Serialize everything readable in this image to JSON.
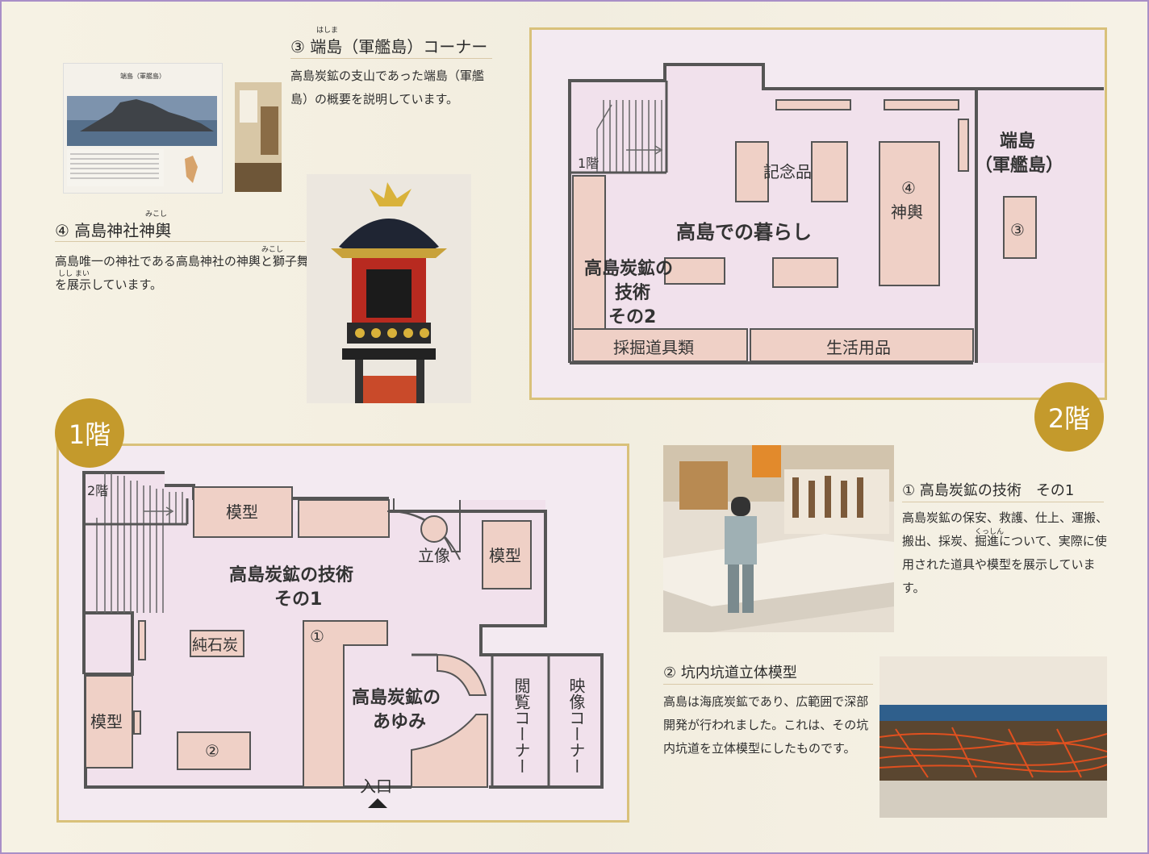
{
  "corner3": {
    "title": "③ 端島（軍艦島）コーナー",
    "title_ruby": "はしま",
    "text": "高島炭鉱の支山であった端島（軍艦島）の概要を説明しています。"
  },
  "corner4": {
    "title": "④ 高島神社神輿",
    "title_ruby": "みこし",
    "text_ruby_1": "みこし",
    "text_ruby_2": "しし まい",
    "text": "高島唯一の神社である高島神社の神輿と獅子舞を展示しています。"
  },
  "corner1": {
    "title": "① 高島炭鉱の技術　その1",
    "ruby": "くっしん",
    "text": "高島炭鉱の保安、救護、仕上、運搬、搬出、採炭、掘進について、実際に使用された道具や模型を展示しています。"
  },
  "corner2": {
    "title": "② 坑内坑道立体模型",
    "text": "高島は海底炭鉱であり、広範囲で深部開発が行われました。これは、その坑内坑道を立体模型にしたものです。"
  },
  "photo_hashima": {
    "caption": "端島（軍艦島）"
  },
  "floor1": {
    "badge": "1階",
    "stairs_label": "2階",
    "rooms": {
      "model_top": "模型",
      "model_right": "模型",
      "model_left": "模型",
      "statue": "立像",
      "tech1_line1": "高島炭鉱の技術",
      "tech1_line2": "その1",
      "coal": "純石炭",
      "num1": "①",
      "num2": "②",
      "history_line1": "高島炭鉱の",
      "history_line2": "あゆみ",
      "reading": "閲覧コーナー",
      "video": "映像コーナー",
      "entrance": "入口"
    }
  },
  "floor2": {
    "badge": "2階",
    "stairs_label": "1階",
    "rooms": {
      "souvenir": "記念品",
      "mikoshi_num": "④",
      "mikoshi": "神輿",
      "hashima_line1": "端島",
      "hashima_line2": "（軍艦島）",
      "num3": "③",
      "life": "高島での暮らし",
      "tech2_line1": "高島炭鉱の",
      "tech2_line2": "技術",
      "tech2_line3": "その2",
      "tools": "採掘道具類",
      "goods": "生活用品"
    }
  }
}
